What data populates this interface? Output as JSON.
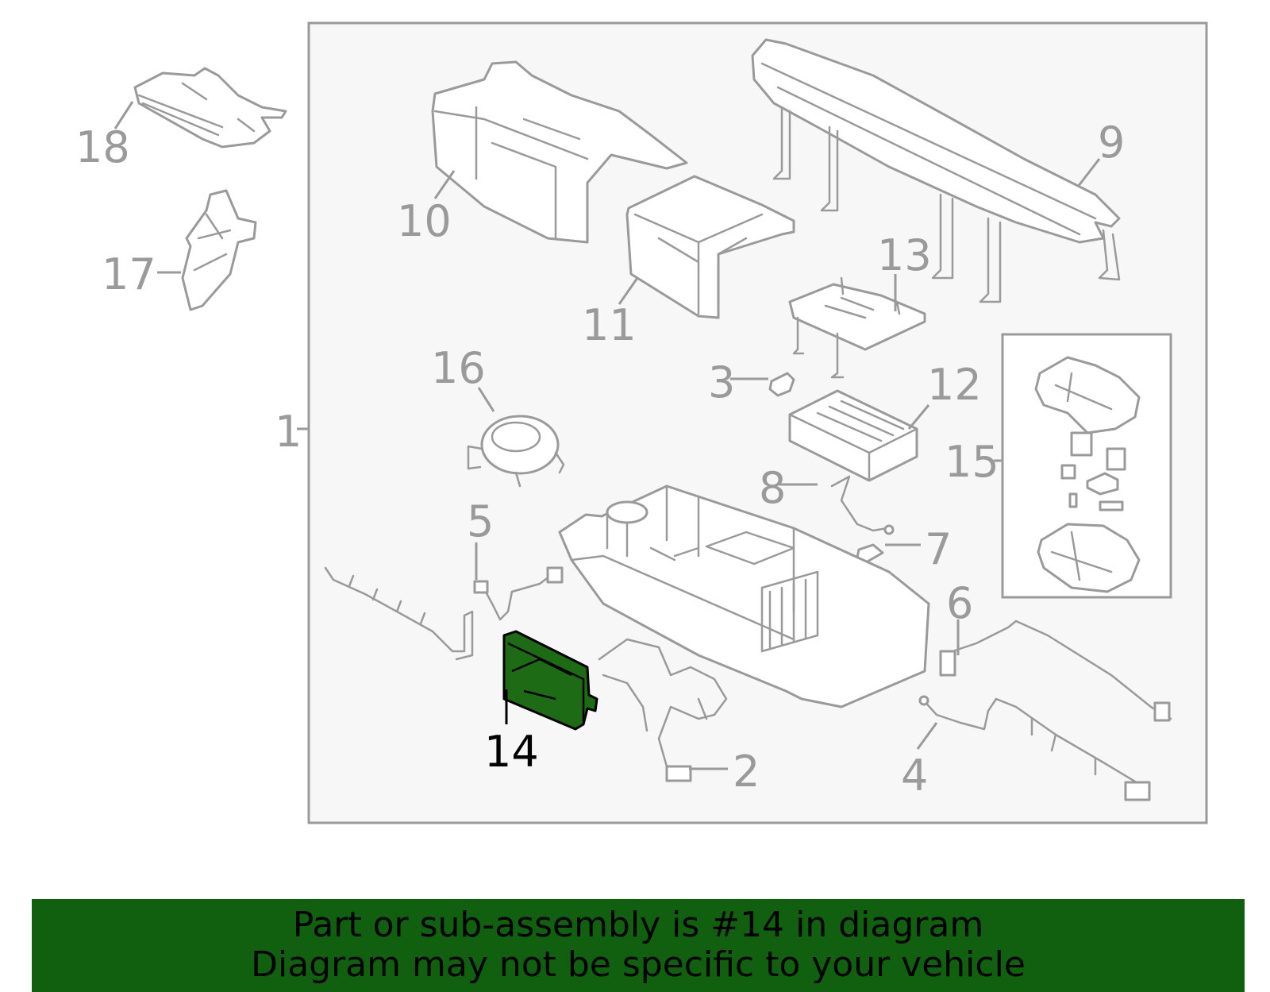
{
  "diagram": {
    "callouts": {
      "c1": "1",
      "c2": "2",
      "c3": "3",
      "c4": "4",
      "c5": "5",
      "c6": "6",
      "c7": "7",
      "c8": "8",
      "c9": "9",
      "c10": "10",
      "c11": "11",
      "c12": "12",
      "c13": "13",
      "c14": "14",
      "c15": "15",
      "c16": "16",
      "c17": "17",
      "c18": "18"
    },
    "highlighted_part": "14",
    "colors": {
      "outline": "#9a9a9a",
      "highlight_fill": "#1d6b14",
      "highlight_text": "#000000",
      "banner": "#116010",
      "panel_background": "#f7f7f7"
    }
  },
  "banner": {
    "line1": "Part or sub-assembly is #14 in diagram",
    "line2": "Diagram may not be specific to your vehicle"
  }
}
